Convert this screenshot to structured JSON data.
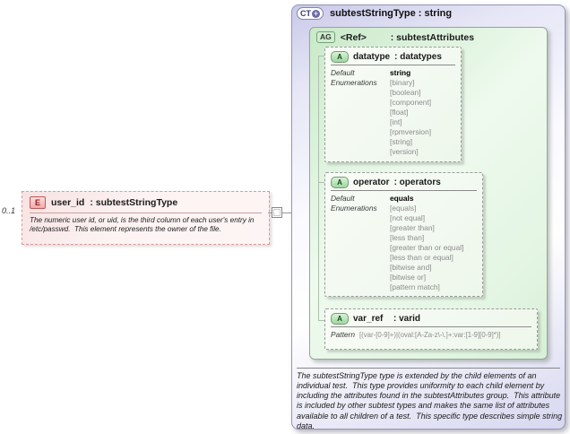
{
  "element": {
    "occurrence": "0..1",
    "badge": "E",
    "name": "user_id",
    "type": ": subtestStringType",
    "annotation": "The numeric user id, or uid, is the third column of each user's entry in /etc/passwd.  This element represents the owner of the file."
  },
  "complex_type": {
    "badge": "CT",
    "expand_glyph": "+",
    "title": "subtestStringType : string",
    "description": "The subtestStringType type is extended by the child elements of an individual test.  This type provides uniformity to each child element by including the attributes found in the subtestAttributes group.  This attribute is included by other subtest types and makes the same list of attributes available to all children of a test.  This specific type describes simple string data."
  },
  "attribute_group": {
    "badge": "AG",
    "name": "<Ref>",
    "type": ": subtestAttributes"
  },
  "attributes": [
    {
      "badge": "A",
      "name": "datatype",
      "type": ": datatypes",
      "default_label": "Default",
      "enumerations_label": "Enumerations",
      "default": "string",
      "enumerations": [
        "[binary]",
        "[boolean]",
        "[component]",
        "[float]",
        "[int]",
        "[rpmversion]",
        "[string]",
        "[version]"
      ]
    },
    {
      "badge": "A",
      "name": "operator",
      "type": ": operators",
      "default_label": "Default",
      "enumerations_label": "Enumerations",
      "default": "equals",
      "enumerations": [
        "[equals]",
        "[not equal]",
        "[greater than]",
        "[less than]",
        "[greater than or equal]",
        "[less than or equal]",
        "[bitwise and]",
        "[bitwise or]",
        "[pattern match]"
      ]
    },
    {
      "badge": "A",
      "name": "var_ref",
      "type": ": varid",
      "pattern_label": "Pattern",
      "pattern": "[(var-[0-9]+)|(oval:[A-Za-z\\-\\.]+:var:[1-9][0-9]*)]"
    }
  ]
}
